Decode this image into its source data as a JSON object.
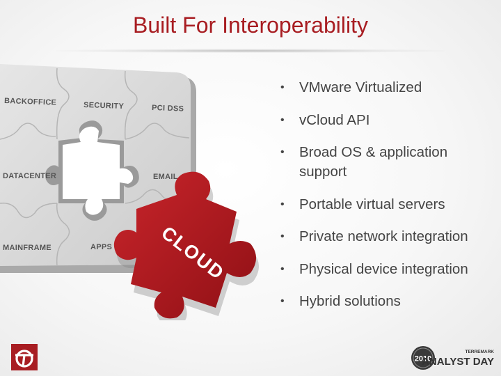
{
  "slide": {
    "title": "Built For Interoperability",
    "bullets": [
      "VMware Virtualized",
      "vCloud API",
      "Broad OS & application support",
      "Portable virtual servers",
      "Private network integration",
      "Physical device integration",
      "Hybrid solutions"
    ]
  },
  "puzzle": {
    "pieces": {
      "backoffice": "BACKOFFICE",
      "security": "SECURITY",
      "pci_dss": "PCI DSS",
      "datacenter": "DATACENTER",
      "email": "EMAIL",
      "mainframe": "MAINFRAME",
      "apps": "APPS"
    },
    "highlight_piece": "CLOUD",
    "piece_color": "#d4d4d4",
    "highlight_color": "#b3171d"
  },
  "footer": {
    "badge_year": "2010",
    "badge_brand": "TERREMARK",
    "badge_event": "ANALYST DAY"
  },
  "colors": {
    "title": "#a81d22",
    "text": "#444444"
  }
}
